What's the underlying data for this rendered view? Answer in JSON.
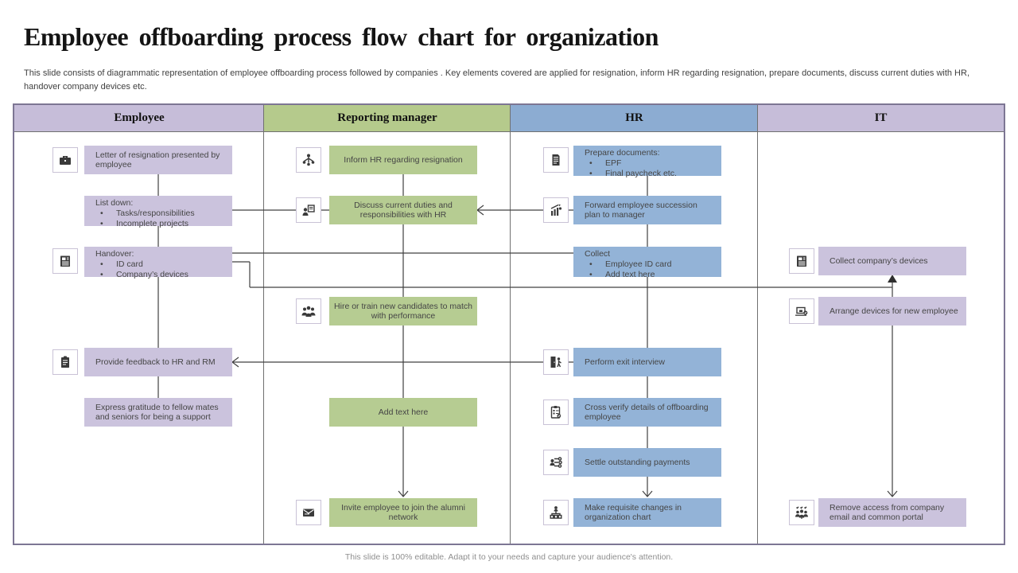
{
  "slide": {
    "title": "Employee offboarding process flow chart for organization",
    "subtitle": "This slide consists of diagrammatic representation of employee offboarding process followed by companies . Key elements covered are applied for resignation, inform HR regarding resignation, prepare documents, discuss current duties with HR, handover company devices etc.",
    "footer": "This slide is 100% editable.  Adapt it to your needs and capture your audience's attention."
  },
  "lanes": {
    "employee": {
      "label": "Employee",
      "color": "#c6bdd9"
    },
    "reporting_manager": {
      "label": "Reporting manager",
      "color": "#b5ca8c"
    },
    "hr": {
      "label": "HR",
      "color": "#8cacd2"
    },
    "it": {
      "label": "IT",
      "color": "#c6bdd9"
    }
  },
  "nodes": {
    "letter": {
      "text": "Letter of resignation presented by employee",
      "icon": "briefcase-icon"
    },
    "list_down": {
      "title": "List down:",
      "bullets": [
        "Tasks/responsibilities",
        "Incomplete projects"
      ]
    },
    "handover": {
      "title": "Handover:",
      "bullets": [
        "ID card",
        "Company’s devices"
      ],
      "icon": "fax-machine-icon"
    },
    "feedback": {
      "text": "Provide feedback to HR and RM",
      "icon": "clipboard-icon"
    },
    "gratitude": {
      "text": "Express gratitude to fellow mates and seniors  for being a support"
    },
    "inform_hr": {
      "text": "Inform HR  regarding resignation",
      "icon": "org-network-icon"
    },
    "discuss": {
      "text": "Discuss current duties and responsibilities with HR",
      "icon": "presenter-icon"
    },
    "hire": {
      "text": "Hire or train new candidates to match with performance",
      "icon": "team-icon"
    },
    "add_text": {
      "text": "Add text here"
    },
    "invite": {
      "text": "Invite employee to join the alumni network",
      "icon": "envelope-icon"
    },
    "prepare": {
      "title": "Prepare documents:",
      "bullets": [
        "EPF",
        "Final paycheck etc."
      ],
      "icon": "document-icon"
    },
    "forward": {
      "text": "Forward employee succession plan to manager",
      "icon": "growth-chart-icon"
    },
    "collect": {
      "title": "Collect",
      "bullets": [
        "Employee ID card",
        "Add text here"
      ]
    },
    "exit_interview": {
      "text": "Perform exit interview",
      "icon": "exit-door-icon"
    },
    "cross_verify": {
      "text": "Cross verify details of offboarding employee",
      "icon": "clipboard-check-icon"
    },
    "settle": {
      "text": "Settle outstanding payments",
      "icon": "payment-flow-icon"
    },
    "org_chart": {
      "text": "Make requisite changes in organization chart",
      "icon": "org-chart-icon"
    },
    "collect_devices": {
      "text": "Collect company’s devices",
      "icon": "fax-machine-icon"
    },
    "arrange_devices": {
      "text": "Arrange devices for new employee",
      "icon": "laptop-icon"
    },
    "remove_access": {
      "text": "Remove access from company email and common portal",
      "icon": "user-network-icon"
    }
  },
  "colors": {
    "lavender_box": "#cbc3dd",
    "green_box": "#b6cc92",
    "blue_box": "#93b3d7",
    "grid_line": "#707070",
    "outer_border": "#7d7694",
    "connector": "#404040",
    "box_text": "#454545",
    "title_text": "#141414",
    "footer_text": "#8f8f8f"
  }
}
